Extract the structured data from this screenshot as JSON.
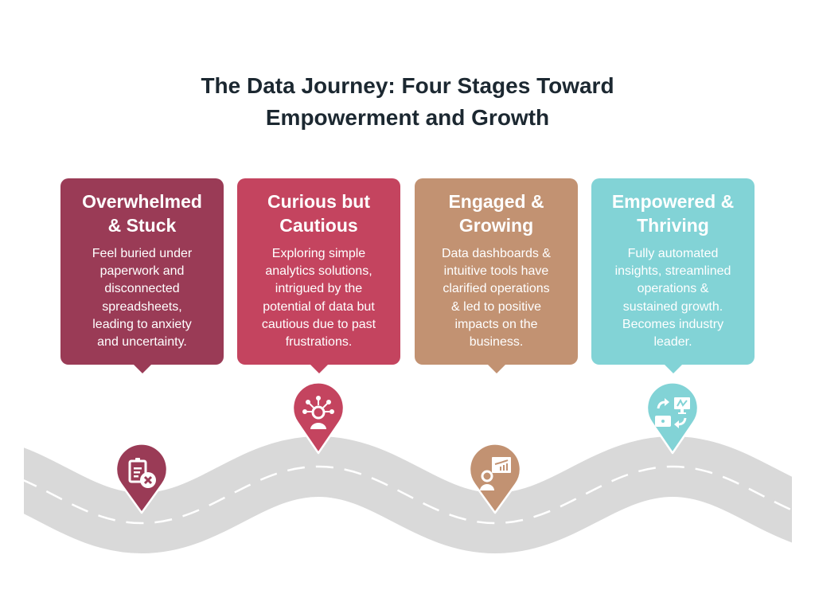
{
  "title": {
    "lines": [
      "The Data Journey: Four Stages Toward",
      "Empowerment and Growth"
    ]
  },
  "stages": [
    {
      "title": [
        "Overwhelmed",
        "& Stuck"
      ],
      "body": [
        "Feel buried under",
        "paperwork and",
        "disconnected",
        "spreadsheets,",
        "leading to anxiety",
        "and uncertainty."
      ],
      "color": "#9A3B56",
      "icon": "clipboard-x-icon"
    },
    {
      "title": [
        "Curious but",
        "Cautious"
      ],
      "body": [
        "Exploring simple",
        "analytics solutions,",
        "intrigued by the",
        "potential of data but",
        "cautious due to past",
        "frustrations."
      ],
      "color": "#C4445F",
      "icon": "person-network-icon"
    },
    {
      "title": [
        "Engaged &",
        "Growing"
      ],
      "body": [
        "Data dashboards &",
        "intuitive tools have",
        "clarified operations",
        "& led to positive",
        "impacts on the",
        "business."
      ],
      "color": "#C29272",
      "icon": "person-dashboard-icon"
    },
    {
      "title": [
        "Empowered &",
        "Thriving"
      ],
      "body": [
        "Fully automated",
        "insights, streamlined",
        "operations &",
        "sustained growth.",
        "Becomes industry",
        "leader."
      ],
      "color": "#82D3D6",
      "icon": "automation-exchange-icon"
    }
  ],
  "road_color": "#D9D9D9"
}
